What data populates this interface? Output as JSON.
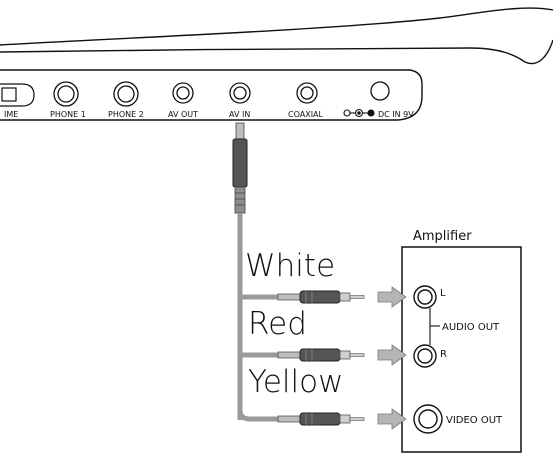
{
  "device": {
    "ports": [
      {
        "id": "time",
        "label": "IME",
        "kind": "switch"
      },
      {
        "id": "phone1",
        "label": "PHONE 1",
        "kind": "jack"
      },
      {
        "id": "phone2",
        "label": "PHONE 2",
        "kind": "jack"
      },
      {
        "id": "avout",
        "label": "AV OUT",
        "kind": "jack"
      },
      {
        "id": "avin",
        "label": "AV IN",
        "kind": "jack"
      },
      {
        "id": "coaxial",
        "label": "COAXIAL",
        "kind": "jack"
      },
      {
        "id": "dcin",
        "label": "DC IN 9V",
        "kind": "power"
      }
    ]
  },
  "cables": {
    "white": "White",
    "red": "Red",
    "yellow": "Yellow"
  },
  "amplifier": {
    "title": "Amplifier",
    "l_label": "L",
    "r_label": "R",
    "audio_out": "AUDIO OUT",
    "video_out": "VIDEO OUT"
  },
  "colors": {
    "line": "#111111",
    "cable": "#9a9a9a",
    "cable_dark": "#555555",
    "arrow_fill": "#b5b5b5"
  }
}
